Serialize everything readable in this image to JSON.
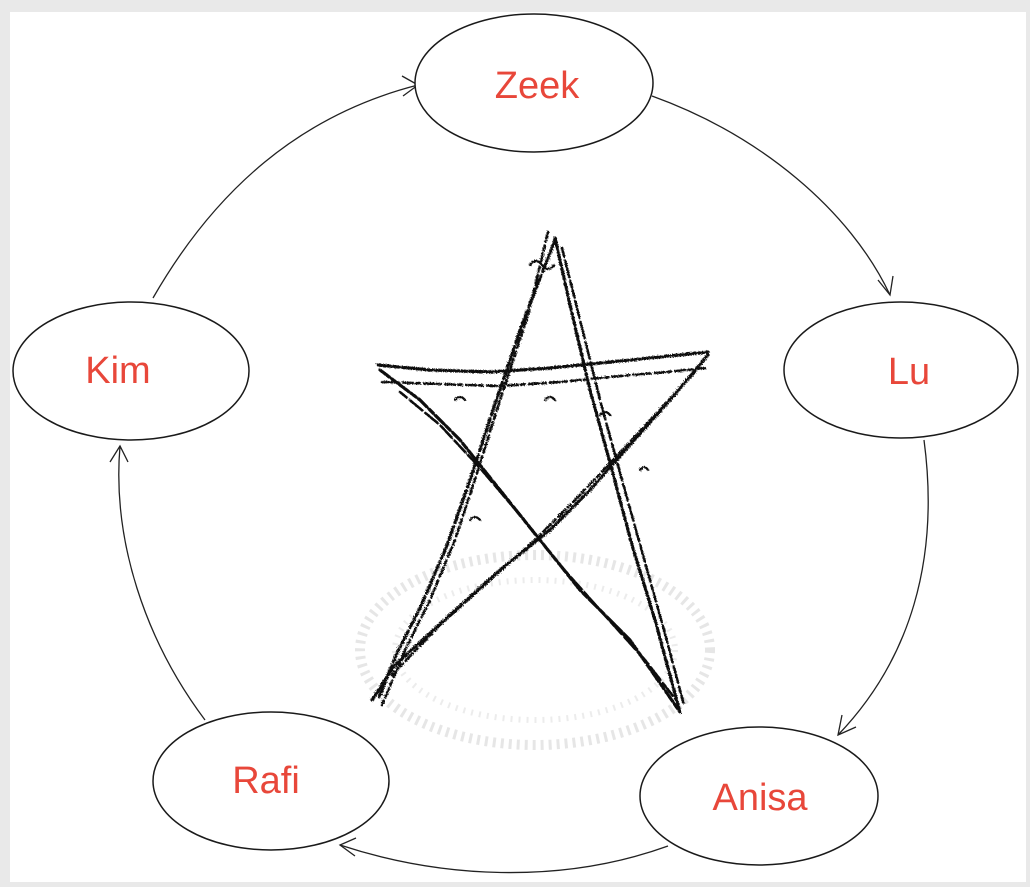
{
  "nodes": {
    "zeek": "Zeek",
    "lu": "Lu",
    "anisa": "Anisa",
    "rafi": "Rafi",
    "kim": "Kim"
  },
  "edges": [
    {
      "from": "Kim",
      "to": "Zeek"
    },
    {
      "from": "Zeek",
      "to": "Lu"
    },
    {
      "from": "Lu",
      "to": "Anisa"
    },
    {
      "from": "Anisa",
      "to": "Rafi"
    },
    {
      "from": "Rafi",
      "to": "Kim"
    }
  ],
  "colors": {
    "label": "#e8473a",
    "stroke": "#1a1a1a",
    "background": "#ffffff",
    "border": "#e9e9e9"
  },
  "center_image": "calligraphy-pentagram"
}
